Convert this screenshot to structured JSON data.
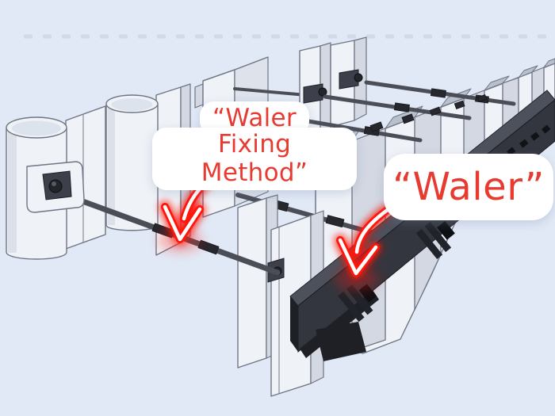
{
  "labels": {
    "fixing_method": {
      "line1": "“Waler",
      "line2": "Fixing Method”"
    },
    "waler": {
      "text": "“Waler”"
    }
  },
  "colors": {
    "background": "#e1e9f6",
    "label_text": "#e73b31",
    "label_bg": "#ffffff",
    "arrow_glow": "#ff150a",
    "arrow_core": "#ffffff",
    "pile_face": "#eff2f7",
    "pile_shade": "#d3d8e2",
    "pile_cap": "#b9c0cd",
    "pile_outline": "#6f7584",
    "steel_dark": "#33363e",
    "steel_top": "#4d515c",
    "steel_darker": "#1e2026",
    "rod": "#4b4e57",
    "rod_coupler": "#26282e",
    "distant_dash": "#c9d4e6"
  }
}
